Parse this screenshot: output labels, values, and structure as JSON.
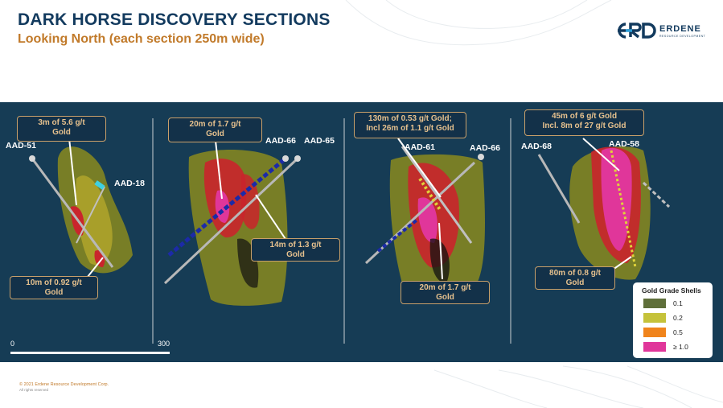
{
  "header": {
    "title": "DARK HORSE DISCOVERY SECTIONS",
    "subtitle": "Looking North (each section 250m wide)"
  },
  "logo": {
    "name": "ERDENE",
    "tagline": "RESOURCE DEVELOPMENT"
  },
  "sections": [
    {
      "holes": [
        "AAD-51",
        "AAD-18"
      ],
      "callouts": [
        "3m of 5.6 g/t",
        "Gold",
        "10m of 0.92 g/t",
        "Gold"
      ]
    },
    {
      "holes": [
        "AAD-66",
        "AAD-65"
      ],
      "callouts": [
        "20m of 1.7 g/t",
        "Gold",
        "14m of 1.3 g/t",
        "Gold"
      ]
    },
    {
      "holes": [
        "AAD-61",
        "AAD-66"
      ],
      "callouts": [
        "130m of 0.53 g/t Gold;",
        "Incl 26m of 1.1 g/t Gold",
        "20m of 1.7 g/t",
        "Gold"
      ]
    },
    {
      "holes": [
        "AAD-68",
        "AAD-58"
      ],
      "callouts": [
        "45m of 6 g/t Gold",
        "Incl. 8m of 27 g/t Gold",
        "80m of 0.8 g/t",
        "Gold"
      ]
    }
  ],
  "legend": {
    "title": "Gold Grade Shells",
    "items": [
      {
        "label": "0.1",
        "color": "#5f6f3a"
      },
      {
        "label": "0.2",
        "color": "#c5c23a"
      },
      {
        "label": "0.5",
        "color": "#f0841c"
      },
      {
        "label": "≥ 1.0",
        "color": "#e0369a"
      }
    ]
  },
  "scale": {
    "start": "0",
    "end": "300"
  },
  "footer": {
    "copyright": "© 2021 Erdene Resource Development Corp.",
    "rights": "All rights reserved"
  },
  "colors": {
    "panel": "#163c55",
    "title": "#123a5e",
    "accent": "#c17a2a"
  }
}
